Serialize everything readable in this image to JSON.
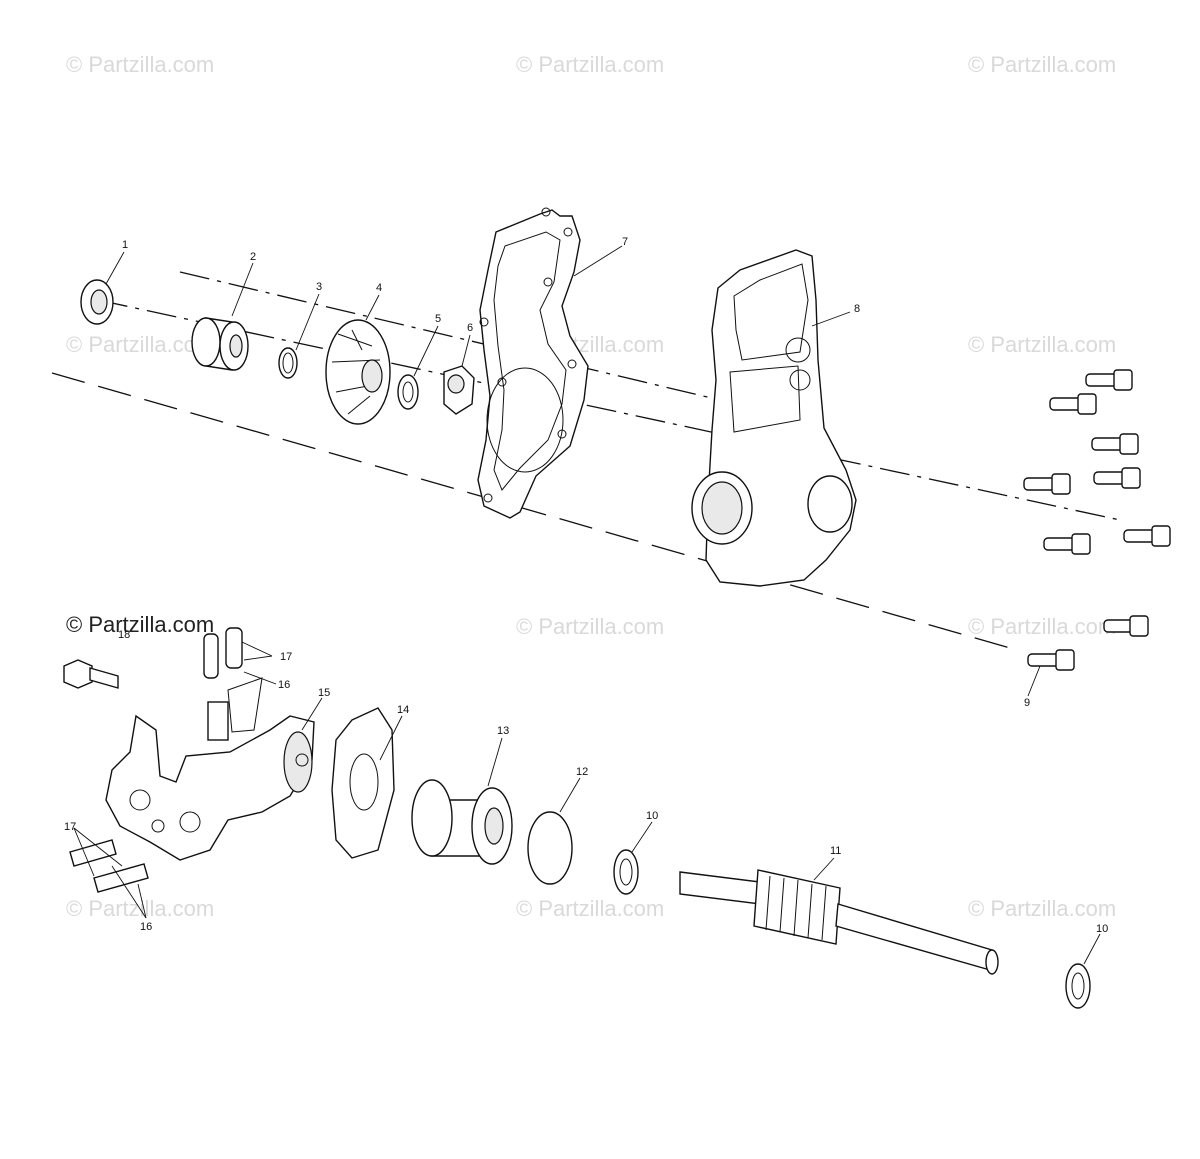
{
  "watermarks": {
    "text": "© Partzilla.com",
    "prominent": "© Partzilla.com"
  },
  "callouts": {
    "c1": "1",
    "c2": "2",
    "c3": "3",
    "c4": "4",
    "c5": "5",
    "c6": "6",
    "c7": "7",
    "c8": "8",
    "c9": "9",
    "c10a": "10",
    "c10b": "10",
    "c11": "11",
    "c12": "12",
    "c13": "13",
    "c14": "14",
    "c15": "15",
    "c16a": "16",
    "c16b": "16",
    "c17a": "17",
    "c17b": "17",
    "c18": "18"
  },
  "colors": {
    "line": "#111111",
    "watermark": "#d9d9d9",
    "background": "#ffffff"
  }
}
